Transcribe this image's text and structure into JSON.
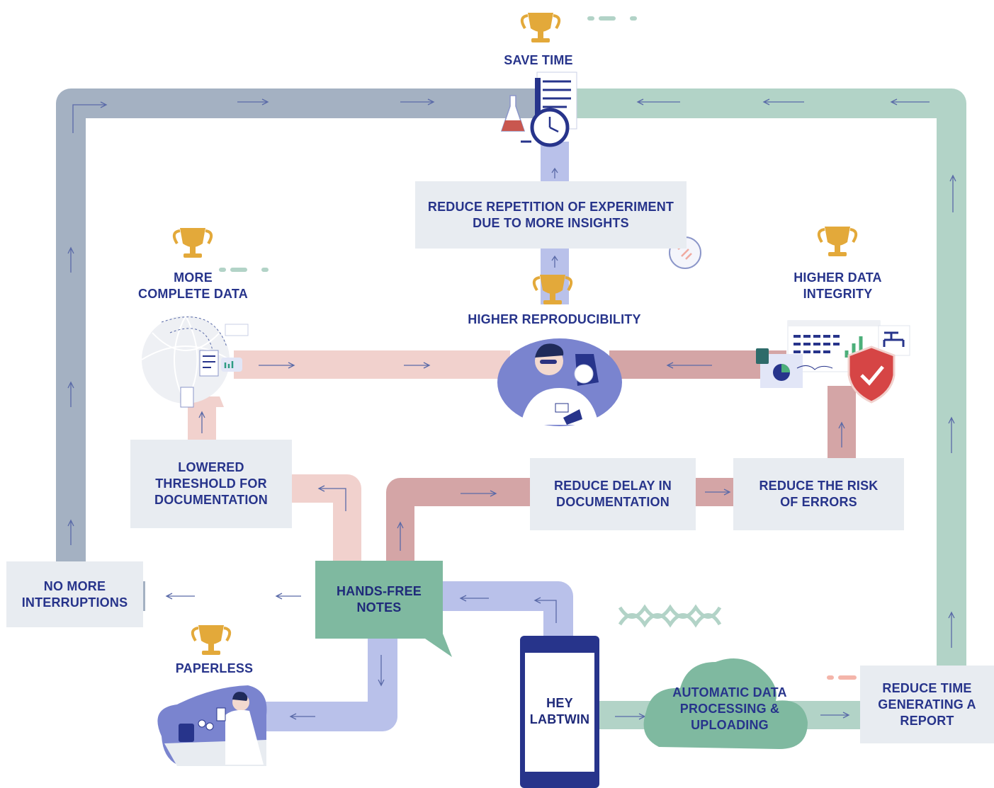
{
  "goals": {
    "save_time": "SAVE TIME",
    "more_complete_data": "MORE\nCOMPLETE DATA",
    "higher_reproducibility": "HIGHER REPRODUCIBILITY",
    "higher_data_integrity": "HIGHER DATA\nINTEGRITY",
    "paperless": "PAPERLESS"
  },
  "steps": {
    "reduce_repetition": "REDUCE REPETITION OF EXPERIMENT\nDUE TO MORE INSIGHTS",
    "lowered_threshold": "LOWERED\nTHRESHOLD FOR\nDOCUMENTATION",
    "reduce_delay": "REDUCE DELAY IN\nDOCUMENTATION",
    "reduce_risk": "REDUCE THE RISK\nOF ERRORS",
    "no_interruptions": "NO MORE\nINTERRUPTIONS",
    "hands_free": "HANDS-FREE\nNOTES",
    "hey_labtwin": "HEY\nLABTWIN",
    "auto_processing": "AUTOMATIC DATA\nPROCESSING &\nUPLOADING",
    "reduce_report_time": "REDUCE TIME\nGENERATING A\nREPORT"
  },
  "colors": {
    "slate": "#a4b1c2",
    "mint": "#b2d3c7",
    "lavender": "#b9c1ea",
    "pink": "#f1d1cd",
    "rose": "#d4a5a6",
    "navy": "#27348b",
    "box": "#e8ecf1",
    "trophy": "#e3a93a"
  }
}
